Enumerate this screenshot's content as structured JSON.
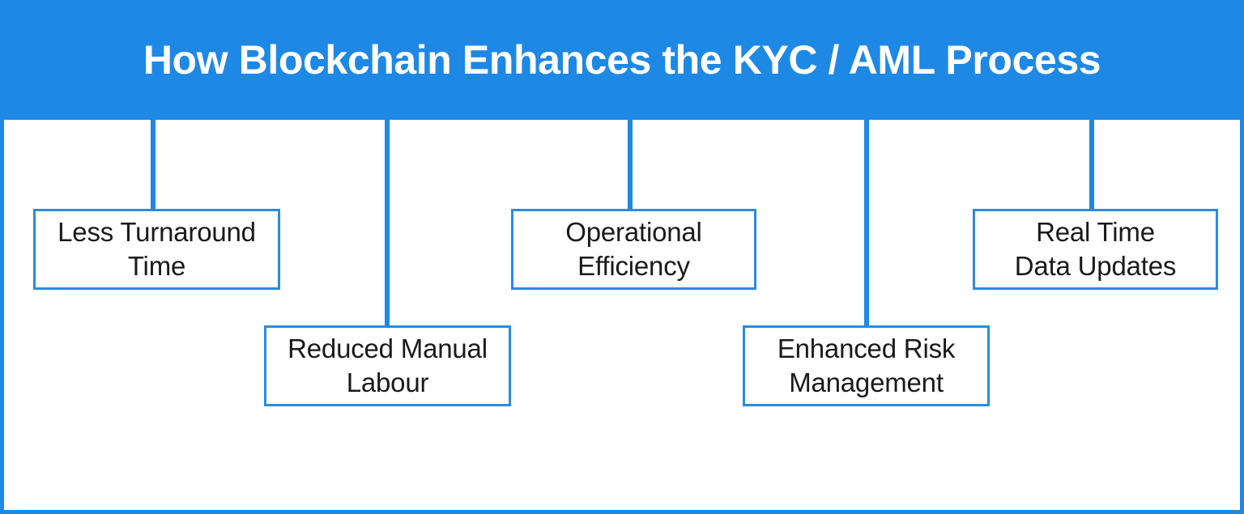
{
  "header": {
    "title": "How Blockchain Enhances the KYC / AML Process",
    "background_color": "#1e88e5",
    "text_color": "#ffffff"
  },
  "frame": {
    "border_color": "#1e88e5",
    "background_color": "#ffffff"
  },
  "diagram": {
    "type": "tree-branch-diagram",
    "connector_color": "#1e88e5",
    "box_border_color": "#2a8cdf",
    "box_fill_color": "#ffffff",
    "box_text_color": "#1a1a1a",
    "nodes": [
      {
        "id": "less-turnaround-time",
        "label": "Less Turnaround Time",
        "line1": "Less Turnaround",
        "line2": "Time",
        "row": "upper"
      },
      {
        "id": "reduced-manual-labour",
        "label": "Reduced Manual Labour",
        "line1": "Reduced Manual",
        "line2": "Labour",
        "row": "lower"
      },
      {
        "id": "operational-efficiency",
        "label": "Operational Efficiency",
        "line1": "Operational",
        "line2": "Efficiency",
        "row": "upper"
      },
      {
        "id": "enhanced-risk-management",
        "label": "Enhanced Risk Management",
        "line1": "Enhanced Risk",
        "line2": "Management",
        "row": "lower"
      },
      {
        "id": "real-time-data-updates",
        "label": "Real Time Data Updates",
        "line1": "Real Time",
        "line2": "Data Updates",
        "row": "upper"
      }
    ]
  }
}
